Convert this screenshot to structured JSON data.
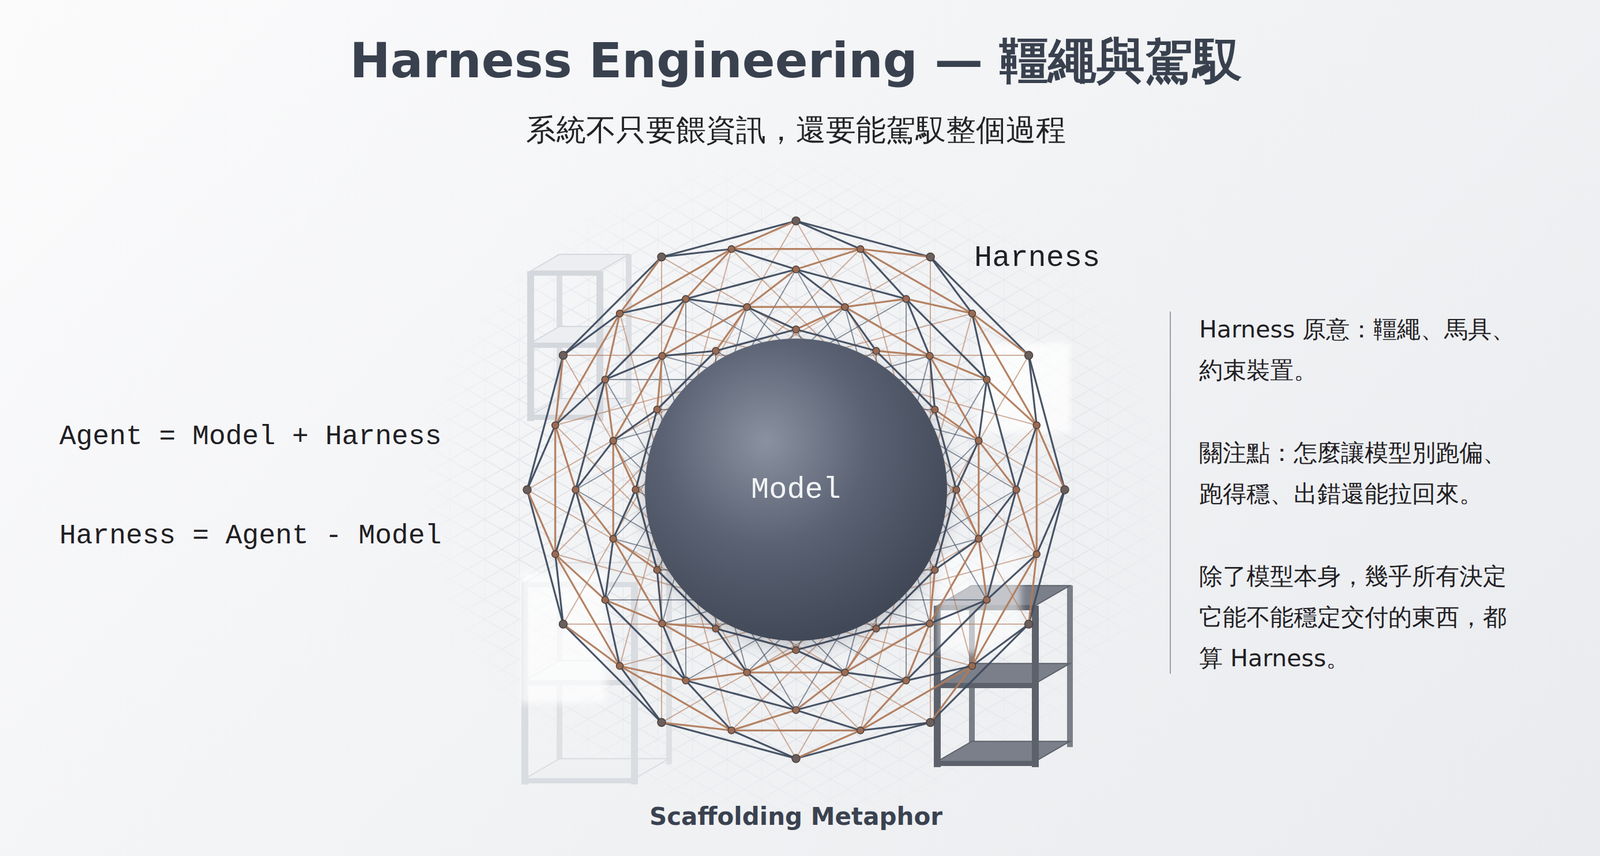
{
  "diagram": {
    "title": "Harness Engineering — 韁繩與駕馭",
    "caption": "Scaffolding Metaphor",
    "nodes": [
      {
        "text": [
          "Harness"
        ]
      },
      {
        "text": [
          "Model"
        ],
        "in": 0
      }
    ],
    "labels": [
      "系統不只要餵資訊，還要能駕馭整個過程",
      "Agent = Model + Harness",
      "Harness = Agent - Model",
      "Harness 原意：韁繩、馬具、 約束裝置。",
      "關注點：怎麼讓模型別跑偏、 跑得穩、出錯還能拉回來。",
      "除了模型本身，幾乎所有決定 它能不能穩定交付的東西，都 算 Harness。"
    ]
  }
}
